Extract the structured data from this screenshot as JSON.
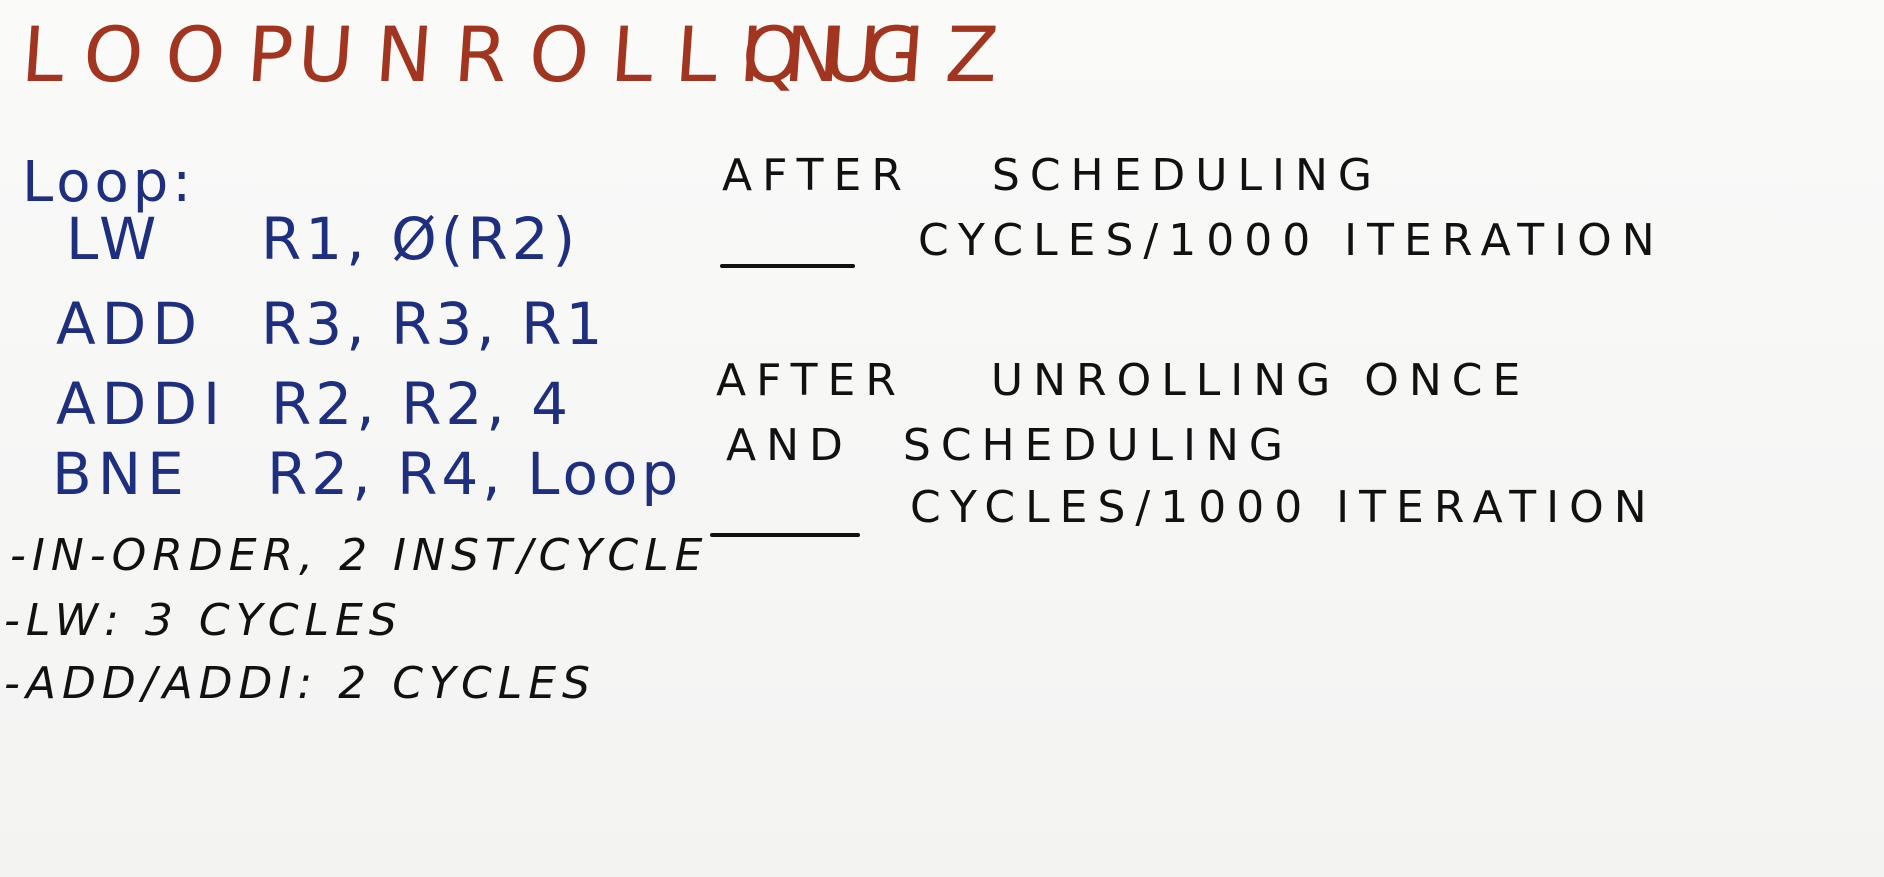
{
  "title": {
    "word1": "LOOP",
    "word2": "UNROLLING",
    "word3": "QUIZ"
  },
  "code": {
    "label": "Loop:",
    "instructions": [
      {
        "mnemonic": "LW",
        "operands": "R1, Ø(R2)"
      },
      {
        "mnemonic": "ADD",
        "operands": "R3, R3, R1"
      },
      {
        "mnemonic": "ADDI",
        "operands": "R2, R2, 4"
      },
      {
        "mnemonic": "BNE",
        "operands": "R2, R4, Loop"
      }
    ]
  },
  "notes": [
    "-IN-ORDER, 2 INST/CYCLE",
    "-LW: 3 CYCLES",
    "-ADD/ADDI: 2 CYCLES"
  ],
  "questions": {
    "q1": {
      "heading_part1": "AFTER",
      "heading_part2": "SCHEDULING",
      "answer_suffix": "CYCLES/1000 ITERATION"
    },
    "q2": {
      "heading_line1_part1": "AFTER",
      "heading_line1_part2": "UNROLLING ONCE",
      "heading_line2_part1": "AND",
      "heading_line2_part2": "SCHEDULING",
      "answer_suffix": "CYCLES/1000 ITERATION"
    }
  },
  "colors": {
    "title": "#a2351f",
    "code": "#1f2f80",
    "text": "#111111",
    "background": "#f7f7f6"
  }
}
